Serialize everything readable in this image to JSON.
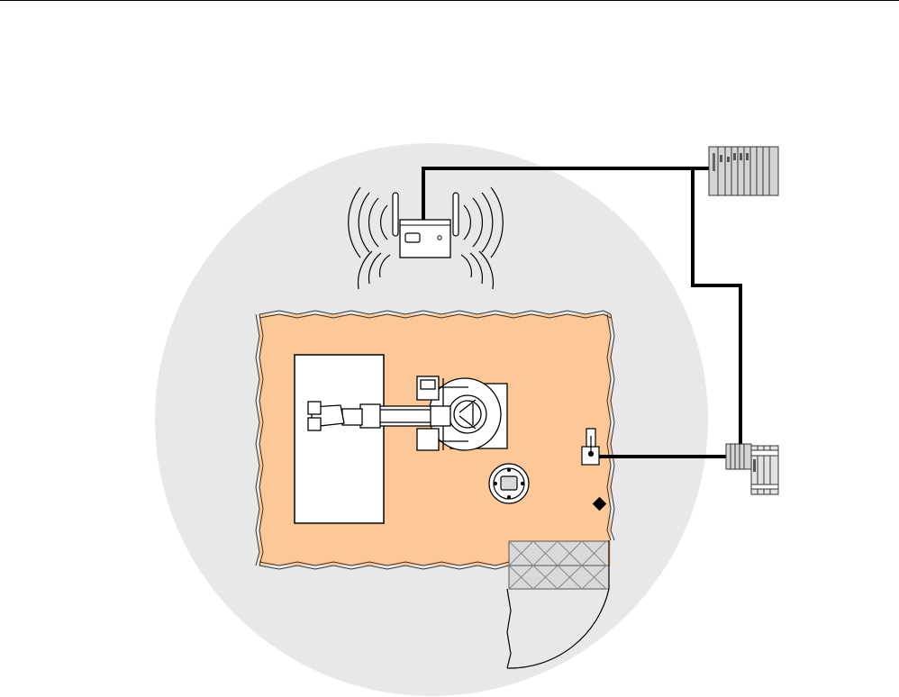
{
  "diagram": {
    "elements": [
      {
        "id": "wireless-coverage-zone",
        "kind": "zone"
      },
      {
        "id": "wireless-access-point",
        "kind": "device",
        "icon": "access-point-icon"
      },
      {
        "id": "plc-rack",
        "kind": "device",
        "icon": "plc-rack-icon"
      },
      {
        "id": "io-station",
        "kind": "device",
        "icon": "io-station-icon"
      },
      {
        "id": "robot-cell",
        "kind": "zone"
      },
      {
        "id": "work-table",
        "kind": "object"
      },
      {
        "id": "industrial-robot",
        "kind": "device",
        "icon": "robot-arm-icon"
      },
      {
        "id": "mobile-panel",
        "kind": "device",
        "icon": "handheld-panel-icon"
      },
      {
        "id": "safety-switch",
        "kind": "device",
        "icon": "safety-switch-icon"
      },
      {
        "id": "access-point-marker",
        "kind": "marker",
        "icon": "diamond-icon"
      },
      {
        "id": "safety-light-curtain",
        "kind": "object"
      },
      {
        "id": "cell-door",
        "kind": "object"
      }
    ],
    "connections": [
      {
        "from": "wireless-access-point",
        "to": "plc-rack"
      },
      {
        "from": "plc-rack",
        "to": "io-station"
      },
      {
        "from": "safety-switch",
        "to": "io-station"
      }
    ]
  },
  "colors": {
    "zone_fill": "#e8e8e8",
    "cell_fill": "#fdc897",
    "line": "#000000",
    "device_fill": "#ffffff",
    "rack_fill": "#d4d4d4"
  }
}
